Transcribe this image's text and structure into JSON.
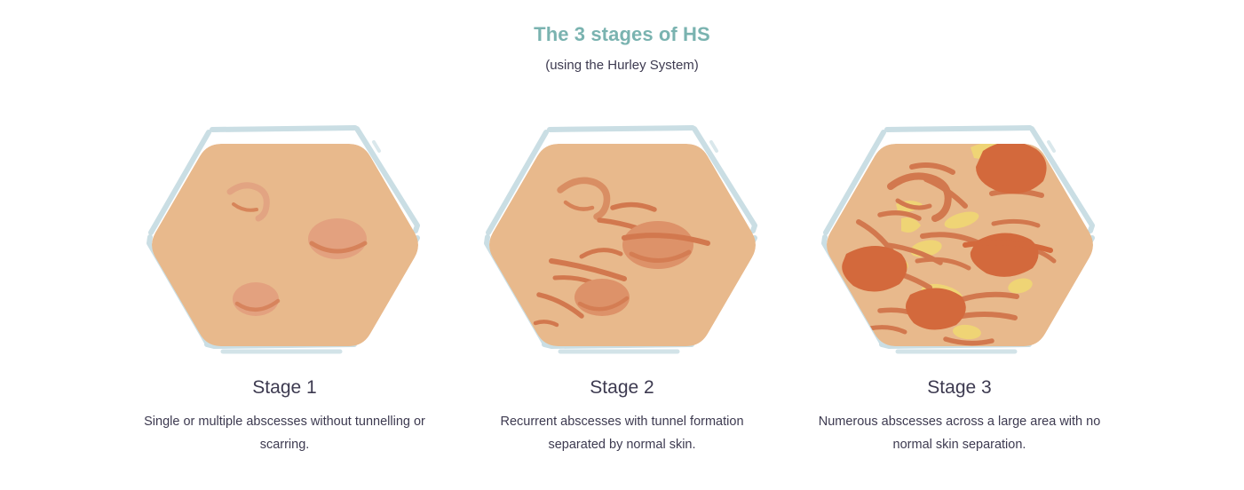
{
  "header": {
    "title": "The 3 stages of HS",
    "subtitle": "(using the Hurley System)"
  },
  "colors": {
    "title": "#7ab3b0",
    "text": "#3d3a50",
    "background": "#ffffff",
    "hex_outline": "#cadee4",
    "skin_fill": "#e8b98c",
    "lesion_light": "#e0a07e",
    "lesion_rim": "#d2784e",
    "tunnel": "#d2784e",
    "abscess_deep": "#d3693c",
    "pus_yellow": "#efd475"
  },
  "stages": [
    {
      "name": "Stage 1",
      "description": "Single or multiple abscesses without tunnelling or scarring.",
      "illustration": "hexagon-skin-stage-1"
    },
    {
      "name": "Stage 2",
      "description": "Recurrent abscesses with tunnel formation separated by normal skin.",
      "illustration": "hexagon-skin-stage-2"
    },
    {
      "name": "Stage 3",
      "description": "Numerous abscesses across a large area with no normal skin separation.",
      "illustration": "hexagon-skin-stage-3"
    }
  ]
}
